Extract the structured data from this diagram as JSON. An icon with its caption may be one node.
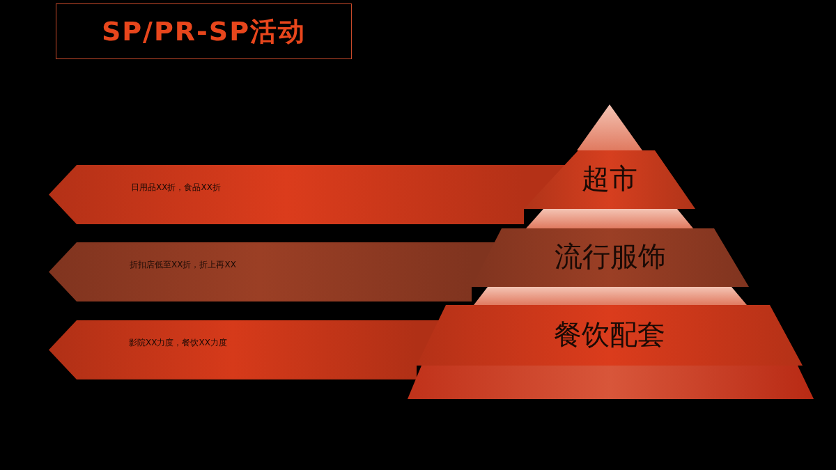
{
  "diagram": {
    "title": "SP/PR-SP活动",
    "nodes": [
      {
        "text": [
          "日用品XX折，食品XX折"
        ]
      },
      {
        "text": [
          "超市"
        ]
      },
      {
        "text": [
          "折扣店低至XX折，折上再XX"
        ]
      },
      {
        "text": [
          "流行服饰"
        ]
      },
      {
        "text": [
          "影院XX力度，餐饮XX力度"
        ]
      },
      {
        "text": [
          "餐饮配套"
        ]
      }
    ]
  }
}
